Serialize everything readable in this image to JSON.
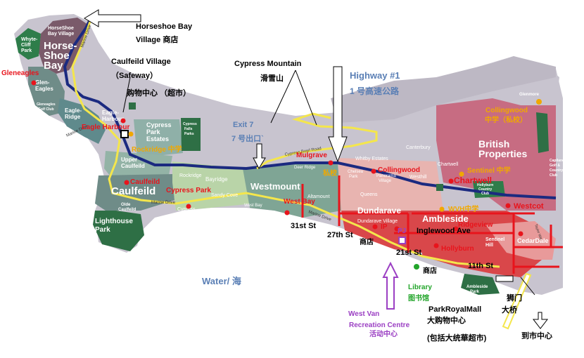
{
  "annotations": {
    "horseshoe_bay_village": "Horseshoe Bay",
    "horseshoe_bay_village_2": "Village 商店",
    "caulfeild_village": "Caulfeild Village",
    "caulfeild_safeway": "（Safeway）",
    "caulfeild_mall": "购物中心 （超市）",
    "cypress_mountain": "Cypress Mountain",
    "cypress_ski": "滑雪山",
    "highway1": "Highway #1",
    "highway1_cn": "1 号高速公路",
    "exit7": "Exit 7",
    "exit7_cn": "7 号出口`",
    "water": "Water/ 海",
    "library": "Library",
    "library_cn": "图书馆",
    "westvan_rec": "West Van",
    "westvan_rec_2": "Recreation Centre",
    "westvan_rec_cn": "活动中心",
    "park_royal": "ParkRoyalMall",
    "park_royal_cn": "大购物中心",
    "park_royal_tnt": "(包括大统華超市)",
    "lions_gate_1": "狮门",
    "lions_gate_2": "大桥",
    "to_downtown": "到市中心",
    "shop_dundarave": "商店",
    "shop_ambleside": "商店"
  },
  "schools": {
    "gleneagles": "Gleneagles",
    "eagle_harbour": "Eagle Harbour",
    "rockridge": "Rockridge 中学",
    "caulfeild": "Caulfeild",
    "cypress_park": "Cypress Park",
    "mulgrave": "Mulgrave",
    "mulgrave_private": "私校",
    "collingwood_top": "Collingwood",
    "collingwood_top_cn": "中学（私校）",
    "collingwood": "Collingwood",
    "sentinel": "Sentinel 中学",
    "chartwell": "Chartwell",
    "wvh": "WVH中学",
    "westcot": "Westcot",
    "ridgeview": "Ridgeview",
    "ip": "IP",
    "pj": "PJ",
    "hollyburn": "Hollyburn",
    "west_bay": "West Bay"
  },
  "streets": {
    "st31": "31st St",
    "st27": "27th St",
    "st21": "21st St",
    "st11": "11th St",
    "inglewood": "Inglewood Ave",
    "cedardale": "CedarDale"
  },
  "map_labels": {
    "horseshoe_bay_big_1": "Horse-",
    "horseshoe_bay_big_2": "Shoe",
    "horseshoe_bay_big_3": "Bay",
    "hb_village_1": "HorseShoe",
    "hb_village_2": "Bay Village",
    "whytecliff_1": "Whyte-",
    "whytecliff_2": "Cliff",
    "whytecliff_3": "Park",
    "glen_eagles_1": "Glen-",
    "glen_eagles_2": "Eagles",
    "glen_eagles_golf_1": "Gleneagles",
    "glen_eagles_golf_2": "Golf Club",
    "eagle_ridge_1": "Eagle-",
    "eagle_ridge_2": "Ridge",
    "eagle_harbour_1": "Eagle-",
    "eagle_harbour_2": "Harbour",
    "marine_drive_1": "Marine Drive",
    "marine_drive_2": "Marine Drive",
    "marine_drive_3": "Marine Drive",
    "marine_drive_4": "Marine Drive",
    "cypress_park_estates_1": "Cypress",
    "cypress_park_estates_2": "Park",
    "cypress_park_estates_3": "Estates",
    "cypress_falls_1": "Cypress",
    "cypress_falls_2": "Falls",
    "cypress_falls_3": "Parks",
    "upper_caulfeild_1": "Upper",
    "upper_caulfeild_2": "Caulfeild",
    "caulfeild_big": "Caulfeild",
    "olde_caulfeild_1": "Olde",
    "olde_caulfeild_2": "Caulfeild",
    "lighthouse_1": "Lighthouse",
    "lighthouse_2": "Park",
    "rockridge": "Rockridge",
    "bayridge": "Bayridge",
    "sandy_cove": "Sandy Cove",
    "cypress": "Cypress",
    "westmount": "Westmount",
    "altamount": "Altamount",
    "west_bay": "West Bay",
    "cypress_bowl_road": "Cypress Bowl Road",
    "deer_ridge": "Deer Ridge",
    "whitby_estates": "Whitby Estates",
    "chelsea_park_1": "Chelsea",
    "chelsea_park_2": "Park",
    "panorama_1": "Panorama",
    "panorama_2": "Village",
    "canterbury": "Canterbury",
    "queens": "Queens",
    "westhill": "Westhill",
    "chartwell": "Chartwell",
    "british_1": "British",
    "british_2": "Properties",
    "glenmore": "Glenmore",
    "capilano_1": "Capilano",
    "capilano_2": "Golf &",
    "capilano_3": "Country",
    "capilano_4": "Club",
    "hollyburn_cc_1": "Hollyburn",
    "hollyburn_cc_2": "Country",
    "hollyburn_cc_3": "Club",
    "dundarave": "Dundarave",
    "dundarave_village": "Dundarave Village",
    "ambleside": "Ambleside",
    "sentinel_hill_1": "Sentinel",
    "sentinel_hill_2": "Hill",
    "ambleside_park_1": "Ambleside",
    "ambleside_park_2": "Park",
    "taylor_way": "Taylor Way"
  },
  "colors": {
    "school_dot": "#e8141c",
    "annotation_red": "#e8141c",
    "annotation_orange": "#f0a800",
    "highway_blue": "#1b2a80",
    "marine_yellow": "#f4e64c",
    "annotation_purple": "#9b3fc3",
    "annotation_green": "#22a52a",
    "annotation_blue": "#5a7fb5"
  }
}
